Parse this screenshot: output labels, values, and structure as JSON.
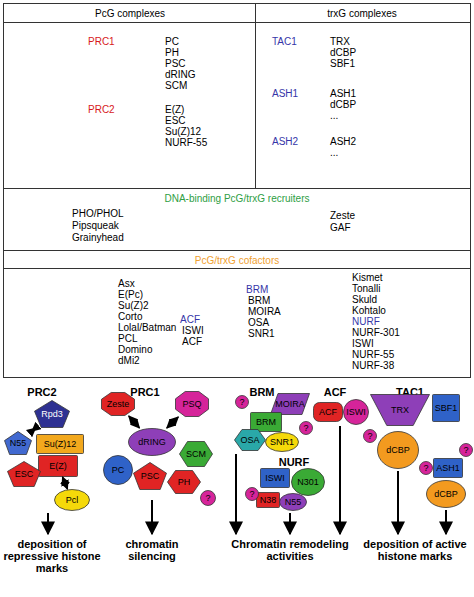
{
  "diagram": {
    "nodes": [
      {
        "text": [
          "Rpd3"
        ]
      },
      {
        "text": [
          "N55"
        ]
      },
      {
        "text": [
          "Su(Z)12"
        ]
      },
      {
        "text": [
          "E(Z)"
        ]
      },
      {
        "text": [
          "ESC"
        ]
      },
      {
        "text": [
          "Pcl"
        ]
      },
      {
        "text": [
          "Zeste"
        ]
      },
      {
        "text": [
          "PSQ"
        ]
      },
      {
        "text": [
          "dRING"
        ]
      },
      {
        "text": [
          "SCM"
        ]
      },
      {
        "text": [
          "PC"
        ]
      },
      {
        "text": [
          "PSC"
        ]
      },
      {
        "text": [
          "PH"
        ]
      },
      {
        "text": [
          "?"
        ]
      },
      {
        "text": [
          "?"
        ]
      },
      {
        "text": [
          "MOIRA"
        ]
      },
      {
        "text": [
          "BRM"
        ]
      },
      {
        "text": [
          "?"
        ]
      },
      {
        "text": [
          "OSA"
        ]
      },
      {
        "text": [
          "SNR1"
        ]
      },
      {
        "text": [
          "ISWI"
        ]
      },
      {
        "text": [
          "N301"
        ]
      },
      {
        "text": [
          "N38"
        ]
      },
      {
        "text": [
          "N55"
        ]
      },
      {
        "text": [
          "?"
        ]
      },
      {
        "text": [
          "ACF"
        ]
      },
      {
        "text": [
          "ISWI"
        ]
      },
      {
        "text": [
          "TRX"
        ]
      },
      {
        "text": [
          "SBF1"
        ]
      },
      {
        "text": [
          "dCBP"
        ]
      },
      {
        "text": [
          "?"
        ]
      },
      {
        "text": [
          "?"
        ]
      },
      {
        "text": [
          "ASH1"
        ]
      },
      {
        "text": [
          "dCBP"
        ]
      },
      {
        "text": [
          "?"
        ]
      }
    ],
    "edges": [
      {
        "from": 0,
        "to": 1,
        "arrow": "both"
      },
      {
        "from": 6,
        "to": 8,
        "arrow": "both"
      },
      {
        "from": 7,
        "to": 8,
        "arrow": "both"
      },
      {
        "from": 3,
        "to": 5,
        "arrow": "both"
      }
    ],
    "labels": [
      "PcG complexes",
      "trxG complexes",
      "PRC1",
      "PC",
      "PH",
      "PSC",
      "dRING",
      "SCM",
      "PRC2",
      "E(Z)",
      "ESC",
      "Su(Z)12",
      "NURF-55",
      "TAC1",
      "TRX",
      "dCBP",
      "SBF1",
      "ASH1",
      "ASH1",
      "dCBP",
      "...",
      "ASH2",
      "ASH2",
      "...",
      "DNA-binding PcG/trxG recruiters",
      "PHO/PHOL",
      "Pipsqueak",
      "Grainyhead",
      "Zeste",
      "GAF",
      "PcG/trxG cofactors",
      "Asx",
      "E(Pc)",
      "Su(Z)2",
      "Corto",
      "Lolal/Batman",
      "PCL",
      "Domino",
      "dMi2",
      "ACF",
      "ISWI",
      "ACF",
      "BRM",
      "BRM",
      "MOIRA",
      "OSA",
      "SNR1",
      "Kismet",
      "Tonalli",
      "Skuld",
      "Kohtalo",
      "NURF",
      "NURF-301",
      "ISWI",
      "NURF-55",
      "NURF-38",
      "PRC2",
      "PRC1",
      "BRM",
      "ACF",
      "TAC1",
      "NURF",
      "deposition of repressive histone marks",
      "chromatin silencing",
      "Chromatin remodeling activities",
      "deposition of active histone marks"
    ]
  }
}
